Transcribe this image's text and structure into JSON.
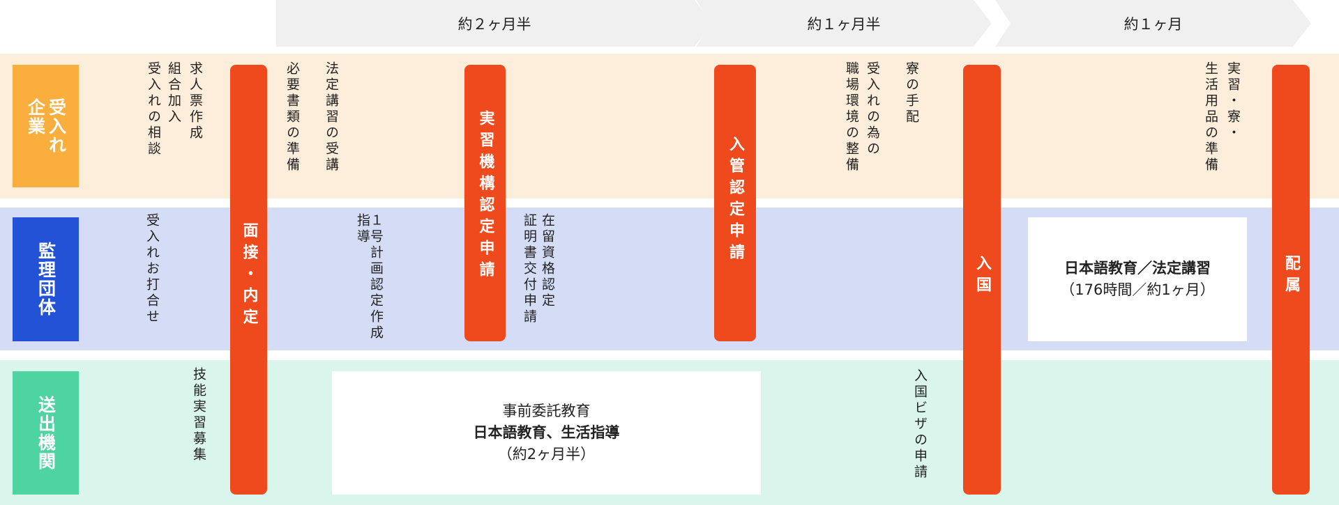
{
  "header": {
    "periods": [
      "約２ヶ月半",
      "約１ヶ月半",
      "約１ヶ月"
    ]
  },
  "rows": {
    "company": {
      "label": [
        "受入れ",
        "企業"
      ],
      "color": "#f9ae3e",
      "bg": "#fdeedb"
    },
    "union": {
      "label": [
        "監理団体"
      ],
      "color": "#2352d6",
      "bg": "#d4ddf5"
    },
    "sending": {
      "label": [
        "送出機関"
      ],
      "color": "#4dd4a0",
      "bg": "#d9f5ec"
    }
  },
  "milestones": {
    "interview": "面接・内定",
    "otit": "実習機構認定申請",
    "immigration": "入管認定申請",
    "entry": "入国",
    "assignment": "配属"
  },
  "company_tasks": {
    "t1": [
      "求人票作成",
      "組合加入",
      "受入れの相談"
    ],
    "t2": [
      "法定講習の受講",
      "必要書類の準備"
    ],
    "t3": [
      "寮の手配",
      "受入れの為の",
      "職場環境の整備"
    ],
    "t4": [
      "実習・寮・",
      "生活用品の準備"
    ]
  },
  "union_tasks": {
    "t1": "受入れお打合せ",
    "t2": [
      "１号計画認定作成",
      "指導"
    ],
    "t3": [
      "在留資格認定",
      "証明書交付申請"
    ],
    "box_title": "日本語教育／法定講習",
    "box_sub": "（176時間／約1ヶ月）"
  },
  "sending_tasks": {
    "t1": "技能実習募集",
    "box_line1": "事前委託教育",
    "box_title": "日本語教育、生活指導",
    "box_sub": "（約2ヶ月半）",
    "t2": "入国ビザの申請"
  },
  "colors": {
    "milestone": "#ee4a1e",
    "header": "#f0f0f0"
  }
}
